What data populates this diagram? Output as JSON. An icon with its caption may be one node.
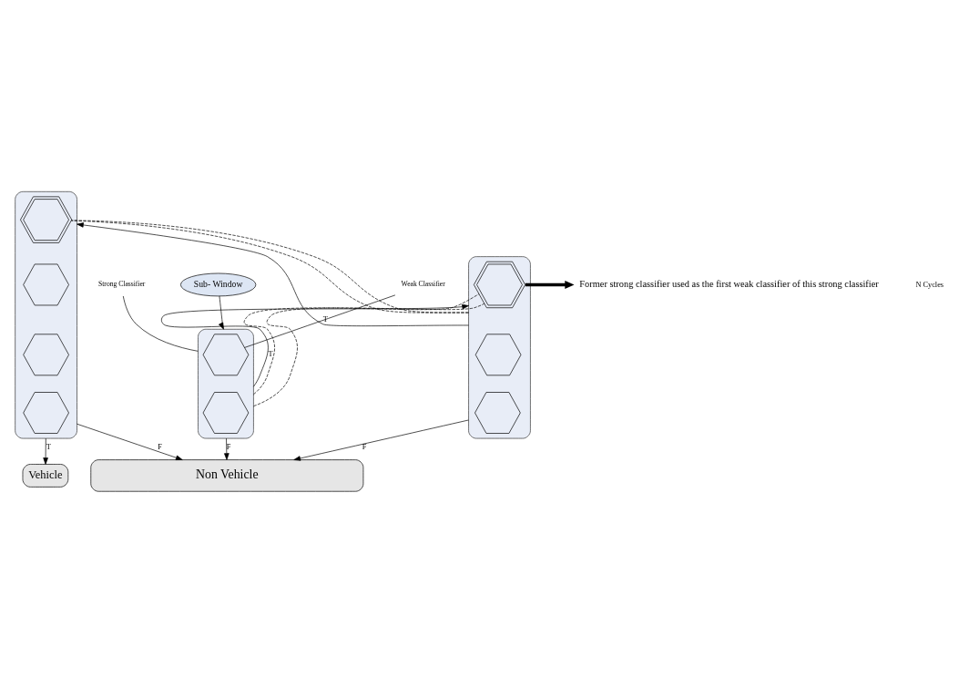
{
  "diagram": {
    "nodes": [
      {
        "text": [
          "Sub- Window"
        ]
      },
      {
        "text": [],
        "shape": "box"
      },
      {
        "text": [],
        "shape": "hexagon",
        "in": 1
      },
      {
        "text": [],
        "shape": "hexagon",
        "in": 1
      },
      {
        "text": [],
        "shape": "box"
      },
      {
        "text": [],
        "shape": "hexagon",
        "in": 4
      },
      {
        "text": [],
        "shape": "hexagon",
        "in": 4
      },
      {
        "text": [],
        "shape": "hexagon",
        "in": 4
      },
      {
        "text": [],
        "shape": "box"
      },
      {
        "text": [],
        "shape": "hexagon",
        "in": 8
      },
      {
        "text": [],
        "shape": "hexagon",
        "in": 8
      },
      {
        "text": [],
        "shape": "hexagon",
        "in": 8
      },
      {
        "text": [],
        "shape": "hexagon",
        "in": 8
      },
      {
        "text": [
          "Vehicle"
        ]
      },
      {
        "text": [
          "Non Vehicle"
        ]
      },
      {
        "text": [
          "Weak Classifier"
        ]
      },
      {
        "text": [
          "Strong Classifier"
        ]
      },
      {
        "text": [
          "Former strong classifier used as the first weak classifier of this strong classifier"
        ]
      }
    ],
    "edges": [
      {
        "from": 0,
        "to": 1,
        "arrow": "to"
      },
      {
        "from": 1,
        "to": 4,
        "arrow": "to",
        "label": "T"
      },
      {
        "from": 1,
        "to": 14,
        "arrow": "to",
        "label": "F"
      },
      {
        "from": 4,
        "to": 8,
        "arrow": "to",
        "label": "T"
      },
      {
        "from": 4,
        "to": 14,
        "arrow": "to",
        "label": "F"
      },
      {
        "from": 8,
        "to": 13,
        "arrow": "to",
        "label": "T"
      },
      {
        "from": 8,
        "to": 14,
        "arrow": "to",
        "label": "F"
      },
      {
        "from": 1,
        "to": 5,
        "arrow": "none",
        "style": "dashed"
      },
      {
        "from": 1,
        "to": 5,
        "arrow": "none",
        "style": "dashed"
      },
      {
        "from": 4,
        "to": 9,
        "arrow": "none",
        "style": "dashed"
      },
      {
        "from": 4,
        "to": 9,
        "arrow": "none",
        "style": "dashed"
      },
      {
        "from": 15,
        "to": 2,
        "arrow": "none"
      },
      {
        "from": 16,
        "to": 1,
        "arrow": "none"
      },
      {
        "from": 5,
        "to": 17,
        "arrow": "to",
        "style": "thick"
      }
    ],
    "labels": [
      "N Cycles"
    ]
  }
}
